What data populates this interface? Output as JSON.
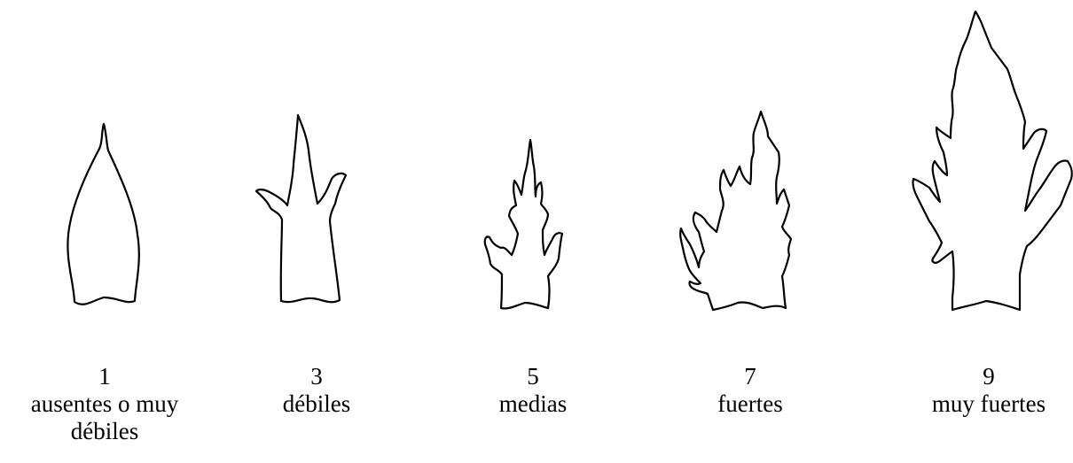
{
  "levels": [
    {
      "note": "1",
      "label": "ausentes o muy débiles",
      "shape": "entire-leaf-icon"
    },
    {
      "note": "3",
      "label": "débiles",
      "shape": "weakly-lobed-leaf-icon"
    },
    {
      "note": "5",
      "label": "medias",
      "shape": "medium-lobed-leaf-icon"
    },
    {
      "note": "7",
      "label": "fuertes",
      "shape": "strongly-lobed-leaf-icon"
    },
    {
      "note": "9",
      "label": "muy fuertes",
      "shape": "very-strongly-lobed-leaf-icon"
    }
  ]
}
